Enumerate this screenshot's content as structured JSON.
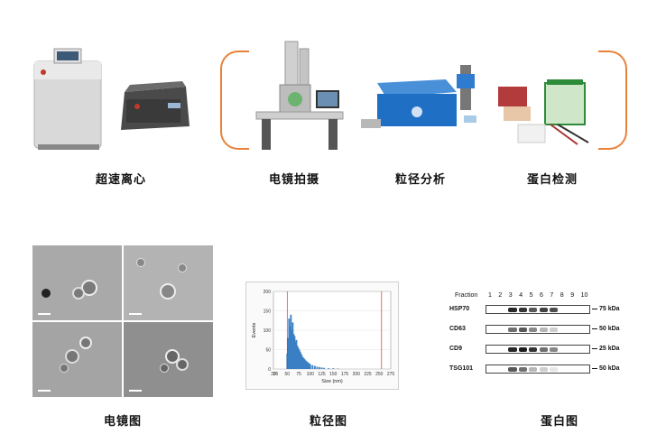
{
  "top_labels": {
    "ultracentrifugation": "超速离心",
    "em_imaging": "电镜拍摄",
    "particle_size_analysis": "粒径分析",
    "protein_detection": "蛋白检测"
  },
  "bottom_labels": {
    "em_image": "电镜图",
    "particle_size_chart": "粒径图",
    "protein_blot": "蛋白图"
  },
  "chart_data": {
    "type": "bar",
    "title": "",
    "xlabel": "Size (nm)",
    "ylabel": "Events",
    "xlim": [
      20,
      275
    ],
    "ylim": [
      0,
      200
    ],
    "x_ticks": [
      "20",
      "25",
      "50",
      "75",
      "100",
      "125",
      "150",
      "175",
      "200",
      "225",
      "250",
      "275"
    ],
    "y_ticks": [
      "0",
      "50",
      "100",
      "150",
      "200"
    ],
    "grid": true,
    "series": [
      {
        "x": [
          50,
          52,
          54,
          56,
          58,
          60,
          62,
          64,
          66,
          68,
          70,
          72,
          74,
          76,
          78,
          80,
          82,
          84,
          86,
          88,
          90,
          92,
          94,
          96,
          98,
          100,
          105,
          110,
          115,
          120,
          125,
          130,
          140,
          150,
          160
        ],
        "values": [
          40,
          80,
          130,
          110,
          140,
          100,
          120,
          90,
          85,
          70,
          75,
          60,
          55,
          50,
          45,
          40,
          35,
          30,
          28,
          25,
          22,
          20,
          18,
          16,
          14,
          12,
          10,
          8,
          6,
          5,
          4,
          3,
          2,
          2,
          1
        ]
      }
    ],
    "markers": [
      50,
      255
    ]
  },
  "western_blot": {
    "fraction_label": "Fraction",
    "fractions": [
      "1",
      "2",
      "3",
      "4",
      "5",
      "6",
      "7",
      "8",
      "9",
      "10"
    ],
    "rows": [
      {
        "name": "HSP70",
        "kda": "75 kDa",
        "intensity": [
          0,
          0,
          0.9,
          0.85,
          0.7,
          0.8,
          0.75,
          0,
          0,
          0
        ]
      },
      {
        "name": "CD63",
        "kda": "50 kDa",
        "intensity": [
          0,
          0,
          0.6,
          0.7,
          0.5,
          0.3,
          0.2,
          0,
          0,
          0
        ]
      },
      {
        "name": "CD9",
        "kda": "25 kDa",
        "intensity": [
          0,
          0,
          0.9,
          0.95,
          0.85,
          0.6,
          0.5,
          0,
          0,
          0
        ]
      },
      {
        "name": "TSG101",
        "kda": "50 kDa",
        "intensity": [
          0,
          0,
          0.7,
          0.6,
          0.3,
          0.2,
          0.1,
          0,
          0,
          0
        ]
      }
    ]
  }
}
